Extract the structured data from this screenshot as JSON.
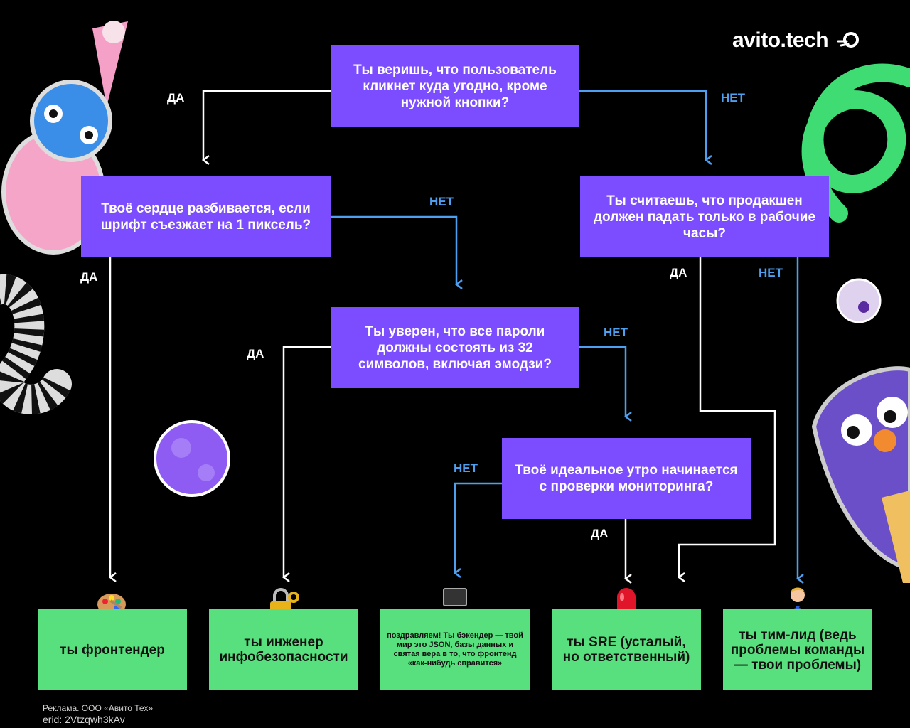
{
  "brand": {
    "logo_text": "avito.tech"
  },
  "questions": {
    "q1": "Ты веришь, что пользователь кликнет куда угодно, кроме нужной кнопки?",
    "q2": "Твоё сердце разбивается, если шрифт съезжает на 1 пиксель?",
    "q3": "Ты считаешь, что продакшен должен падать только в рабочие часы?",
    "q4": "Ты уверен, что все пароли должны состоять из 32 символов, включая эмодзи?",
    "q5": "Твоё идеальное утро начинается с проверки мониторинга?"
  },
  "answers": {
    "frontend": "ты фронтендер",
    "infosec": "ты инженер инфобезопасности",
    "backend": "поздравляем! Ты бэкендер — твой мир это JSON, базы данных и святая вера в то, что фронтенд «как-нибудь справится»",
    "sre": "ты SRE (усталый, но ответственный)",
    "teamlead": "ты тим-лид (ведь проблемы команды — твои проблемы)"
  },
  "labels": {
    "yes": "ДА",
    "no": "НЕТ"
  },
  "icons": {
    "frontend": "artist-palette-icon",
    "infosec": "lock-with-key-icon",
    "backend": "laptop-icon",
    "sre": "police-light-icon",
    "teamlead": "man-office-worker-icon"
  },
  "footer": {
    "ad": "Реклама. ООО «Авито Тех»",
    "erid": "erid: 2Vtzqwh3kAv"
  },
  "colors": {
    "question": "#7b4dff",
    "answer": "#58e07e",
    "no_arrow": "#4f9ff0",
    "yes_arrow": "#ffffff",
    "background": "#000000"
  }
}
